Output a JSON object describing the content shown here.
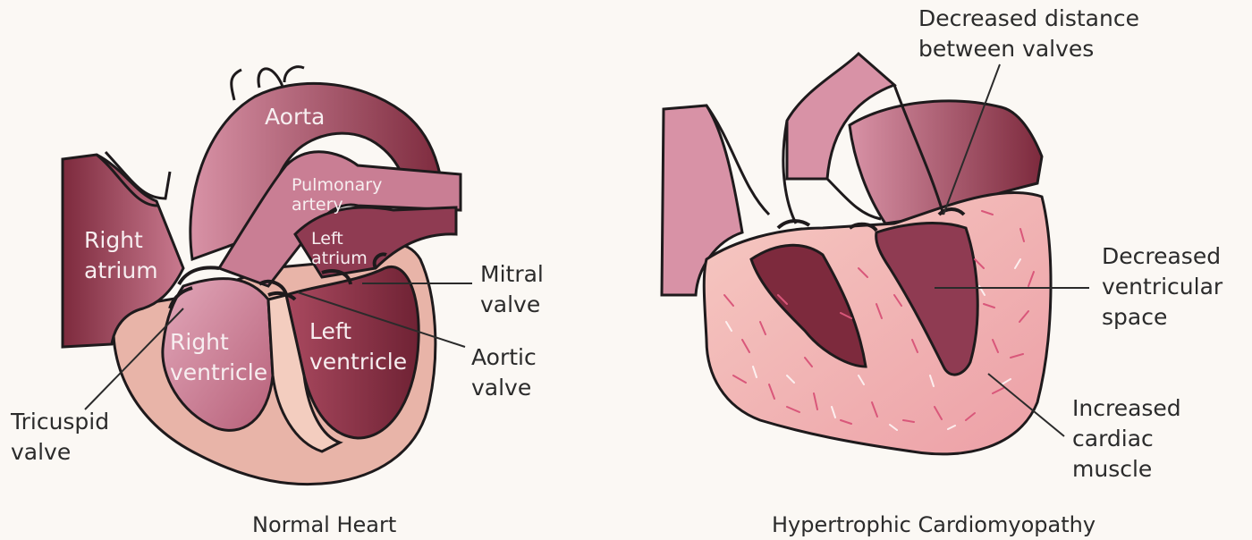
{
  "colors": {
    "background": "#fbf8f4",
    "outline": "#1e1a1c",
    "wall": "#e8b4a8",
    "wall_light": "#f3cdbf",
    "chamber_light": "#d892a6",
    "chamber_mid": "#b76079",
    "chamber_dark": "#7d2a3d",
    "muscle": "#f0b6b4",
    "muscle_vein": "#d9577a",
    "leader_line": "#2b2b2b"
  },
  "normal_heart": {
    "caption": "Normal Heart",
    "labels": {
      "aorta": "Aorta",
      "pulmonary_artery": "Pulmonary\nartery",
      "right_atrium": "Right\natrium",
      "left_atrium": "Left\natrium",
      "right_ventricle": "Right\nventricle",
      "left_ventricle": "Left\nventricle",
      "mitral_valve": "Mitral\nvalve",
      "aortic_valve": "Aortic\nvalve",
      "tricuspid_valve": "Tricuspid\nvalve"
    }
  },
  "hcm_heart": {
    "caption": "Hypertrophic Cardiomyopathy",
    "labels": {
      "decreased_distance": "Decreased distance\nbetween valves",
      "decreased_space": "Decreased\nventricular\nspace",
      "increased_muscle": "Increased\ncardiac\nmuscle"
    }
  }
}
